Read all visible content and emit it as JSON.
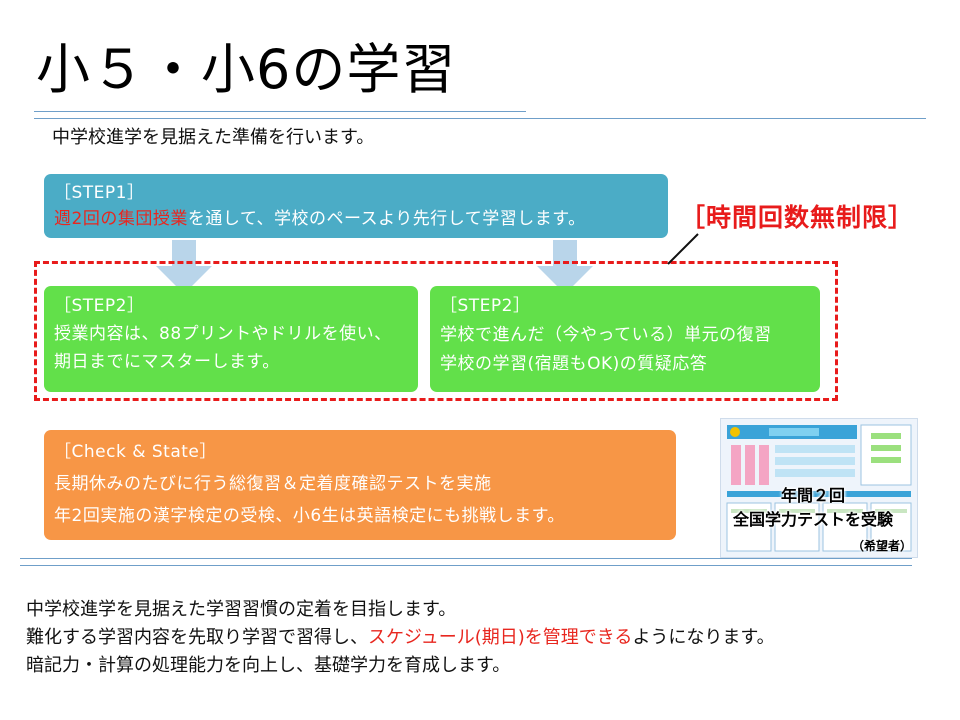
{
  "title": "小５・小6の学習",
  "intro": "中学校進学を見据えた準備を行います。",
  "step1": {
    "label": "［STEP1］",
    "text_red": "週2回の集団授業",
    "text_rest": "を通して、学校のペースより先行して学習します。"
  },
  "step2_left": {
    "label": "［STEP2］",
    "line1": "授業内容は、88プリントやドリルを使い、",
    "line2": "期日までにマスターします。"
  },
  "step2_right": {
    "label": "［STEP2］",
    "line1": "学校で進んだ（今やっている）単元の復習",
    "line2": "学校の学習(宿題もOK)の質疑応答"
  },
  "unlimited_label": "［時間回数無制限］",
  "check": {
    "label": "［Check & State］",
    "line1": "長期休みのたびに行う総復習＆定着度確認テストを実施",
    "line2": "年2回実施の漢字検定の受検、小6生は英語検定にも挑戦します。"
  },
  "national_test": {
    "line1": "年間２回",
    "line2": "全国学力テストを受験",
    "note": "（希望者）"
  },
  "bottom": {
    "line1": "中学校進学を見据えた学習習慣の定着を目指します。",
    "line2_a": "難化する学習内容を先取り学習で習得し、",
    "line2_red": "スケジュール(期日)を管理できる",
    "line2_b": "ようになります。",
    "line3": "暗記力・計算の処理能力を向上し、基礎学力を育成します。"
  },
  "colors": {
    "step1": "#4bacc6",
    "step2": "#62e04a",
    "check": "#f79646",
    "accent_red": "#e81b1b",
    "arrow": "#b9d5ea",
    "rule": "#6f9fc9"
  }
}
